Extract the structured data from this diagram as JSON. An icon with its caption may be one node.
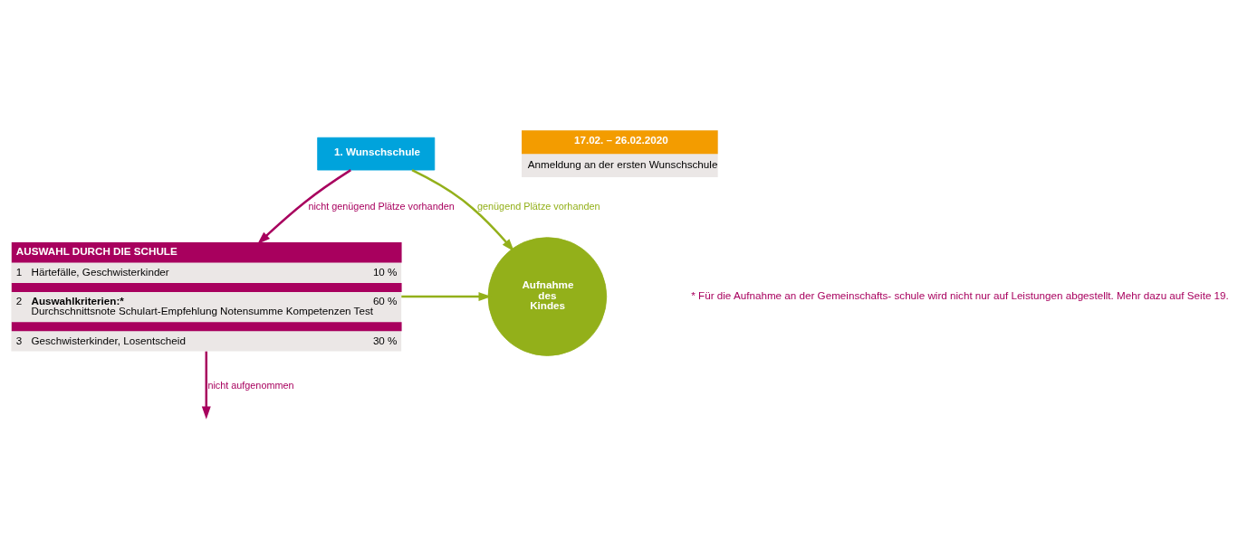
{
  "diagram": {
    "nodes": [
      {
        "text": [
          "1. Wunschschule"
        ]
      },
      {
        "text": [
          "AUSWAHL DURCH DIE SCHULE",
          "1",
          "Härtefälle, Geschwisterkinder",
          "10 %",
          "2",
          "Auswahlkriterien:*",
          "Durchschnittsnote Schulart-Empfehlung Notensumme Kompetenzen Test",
          "60 %",
          "3",
          "Geschwisterkinder, Losentscheid",
          "30 %"
        ]
      },
      {
        "text": [
          "Aufnahme des Kindes"
        ]
      },
      {
        "text": [
          "17.02. – 26.02.2020",
          "Anmeldung an der ersten Wunschschule"
        ]
      }
    ],
    "edges": [
      {
        "from": 0,
        "to": 1,
        "arrow": "to",
        "label": "nicht genügend Plätze vorhanden",
        "color": "#a8005e"
      },
      {
        "from": 0,
        "to": 2,
        "arrow": "to",
        "label": "genügend Plätze vorhanden",
        "color": "#93b01a"
      },
      {
        "from": 1,
        "to": 2,
        "arrow": "to",
        "color": "#93b01a"
      },
      {
        "from": 1,
        "to": null,
        "arrow": "to",
        "label": "nicht aufgenommen",
        "color": "#a8005e"
      }
    ],
    "labels": [
      "* Für die Aufnahme an der Gemeinschafts- schule wird nicht nur auf Leistungen abgestellt. Mehr dazu auf Seite 19."
    ]
  }
}
